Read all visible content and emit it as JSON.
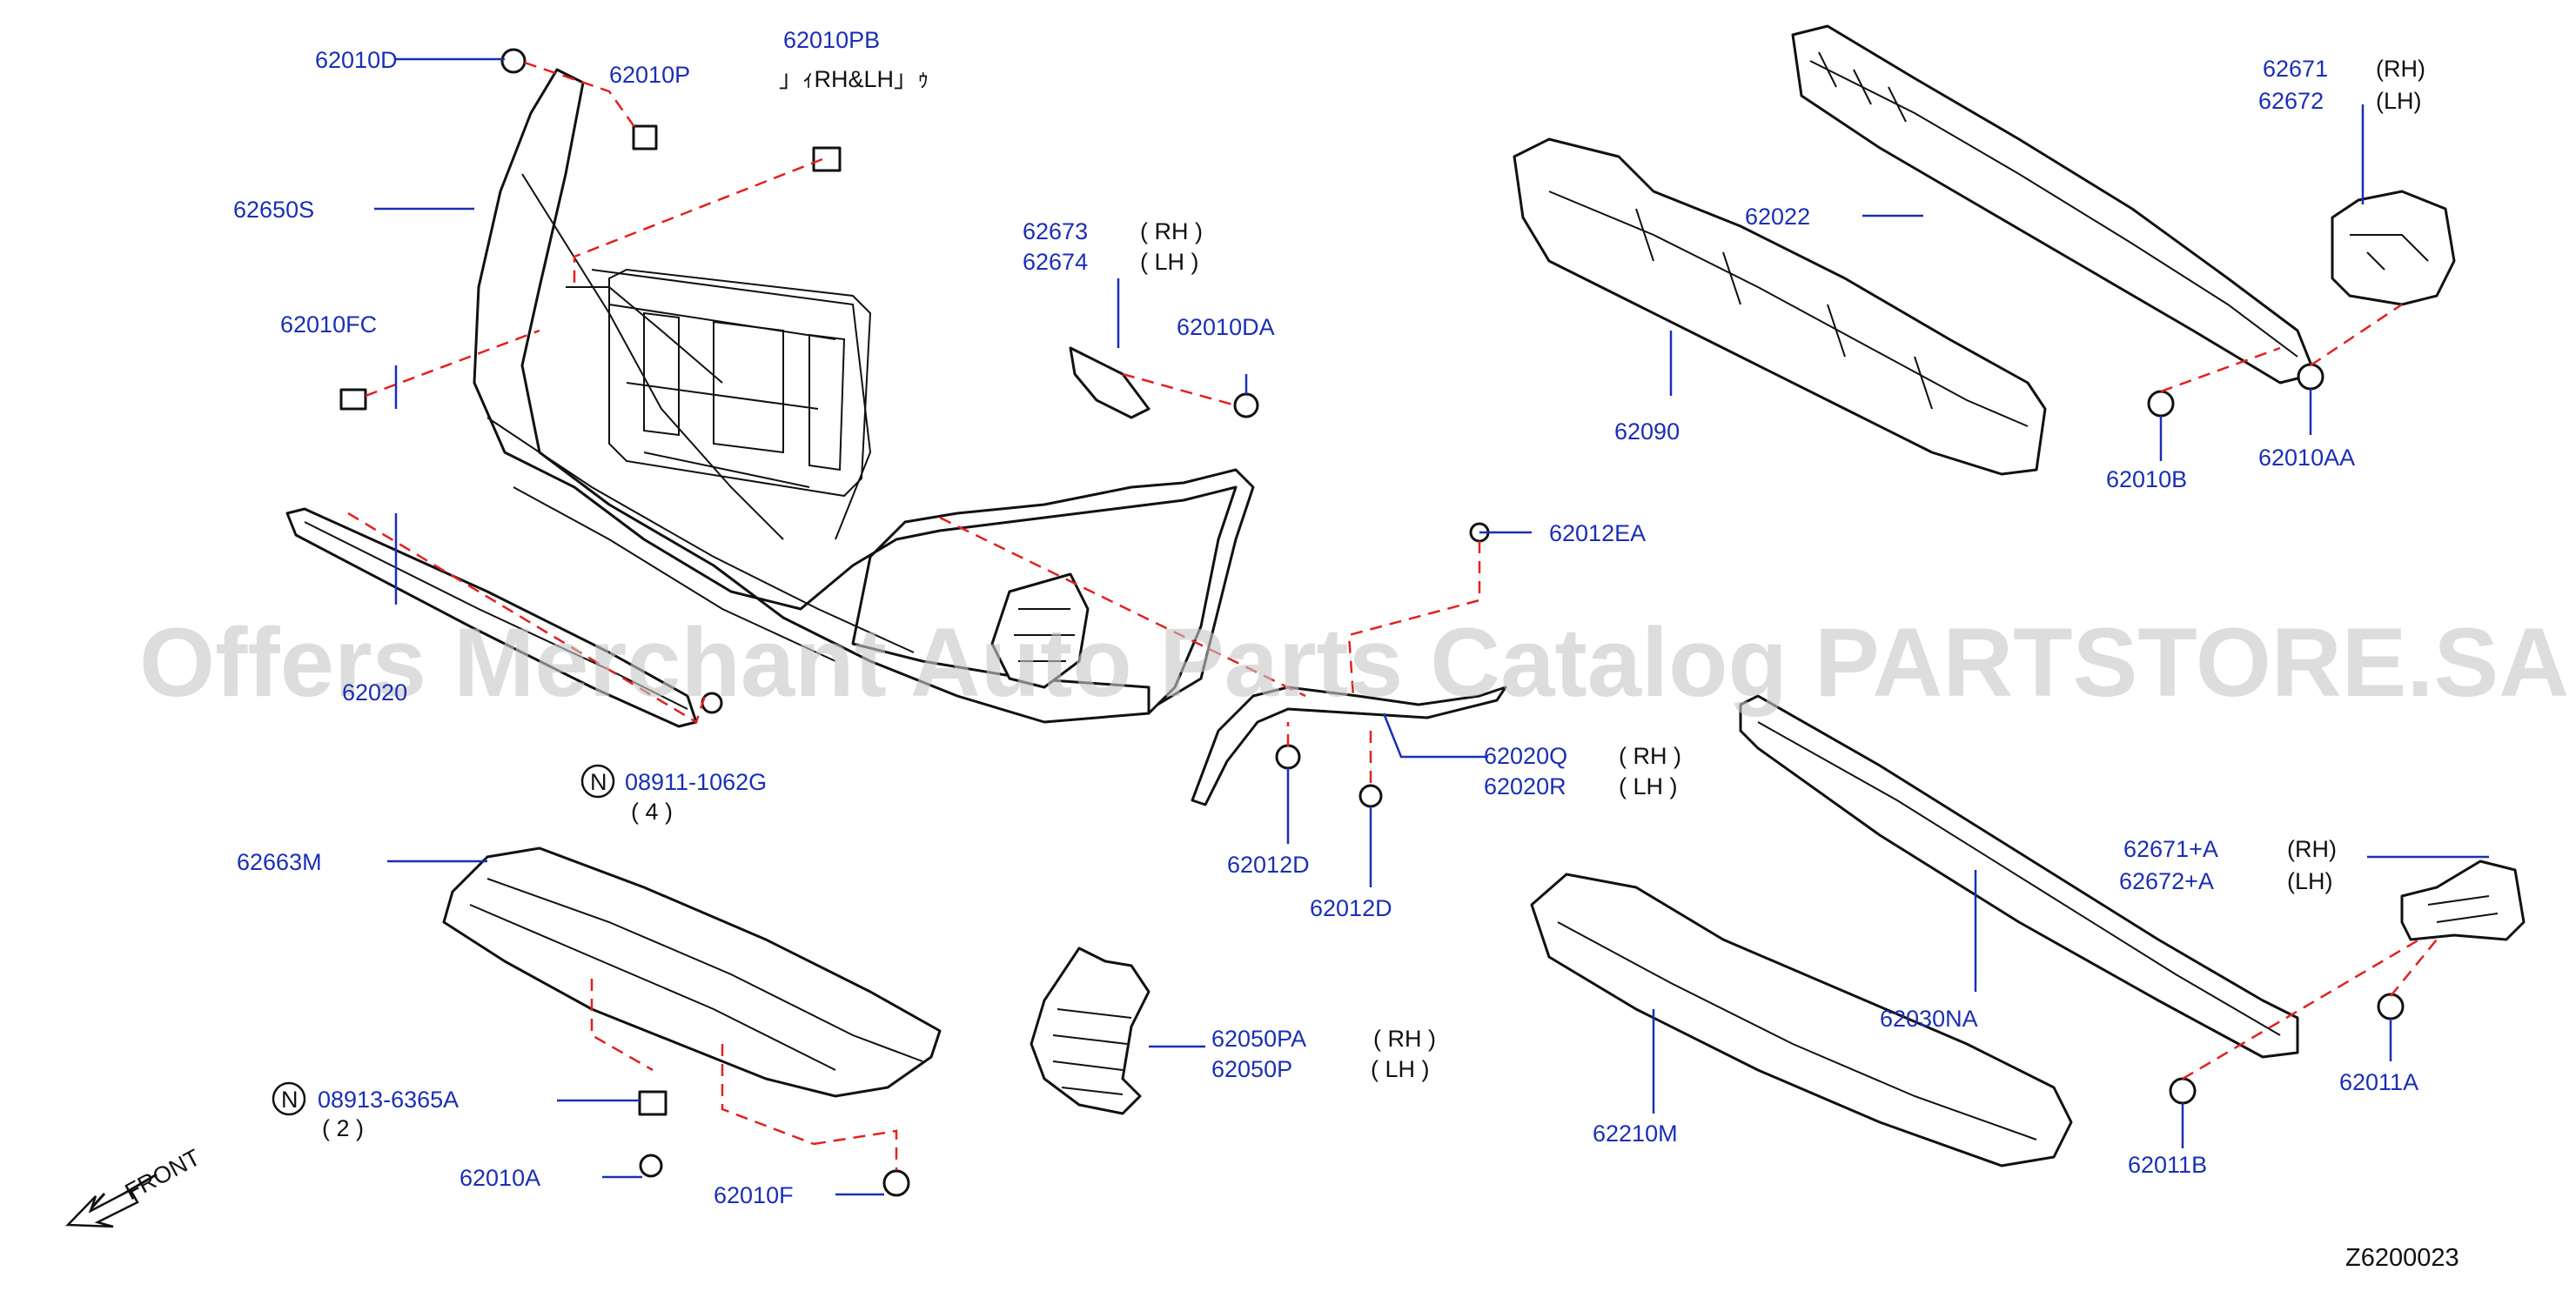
{
  "watermark": "Offers Merchant Auto Parts Catalog PARTSTORE.SA",
  "diagram_code": "Z6200023",
  "front_label": "FRONT",
  "labels": {
    "p62010D": "62010D",
    "p62010P": "62010P",
    "p62010PB": "62010PB",
    "p62010PB_note": "」ｨRH&LH」ｩ",
    "p62650S": "62650S",
    "p62010FC": "62010FC",
    "p62673": "62673",
    "p62674": "62674",
    "rh1": "(    RH    )",
    "lh1": "(    LH    )",
    "p62010DA": "62010DA",
    "p62020": "62020",
    "p08911": "08911-1062G",
    "p08911_qty": "(    4    )",
    "p62663M": "62663M",
    "p08913": "08913-6365A",
    "p08913_qty": "(    2    )",
    "p62010A": "62010A",
    "p62010F": "62010F",
    "p62022": "62022",
    "p62090": "62090",
    "p62671": "62671",
    "p62672": "62672",
    "rh2": "(RH)",
    "lh2": "(LH)",
    "p62010B": "62010B",
    "p62010AA": "62010AA",
    "p62012EA": "62012EA",
    "p62020Q": "62020Q",
    "p62020R": "62020R",
    "rh3": "(    RH    )",
    "lh3": "(    LH    )",
    "p62012D_a": "62012D",
    "p62012D_b": "62012D",
    "p62050PA": "62050PA",
    "p62050P": "62050P",
    "rh4": "(  RH    )",
    "lh4": "(    LH    )",
    "p62030NA": "62030NA",
    "p62210M": "62210M",
    "p62671A": "62671+A",
    "p62672A": "62672+A",
    "rh5": "(RH)",
    "lh5": "(LH)",
    "p62011A": "62011A",
    "p62011B": "62011B",
    "n_symbol": "N"
  }
}
